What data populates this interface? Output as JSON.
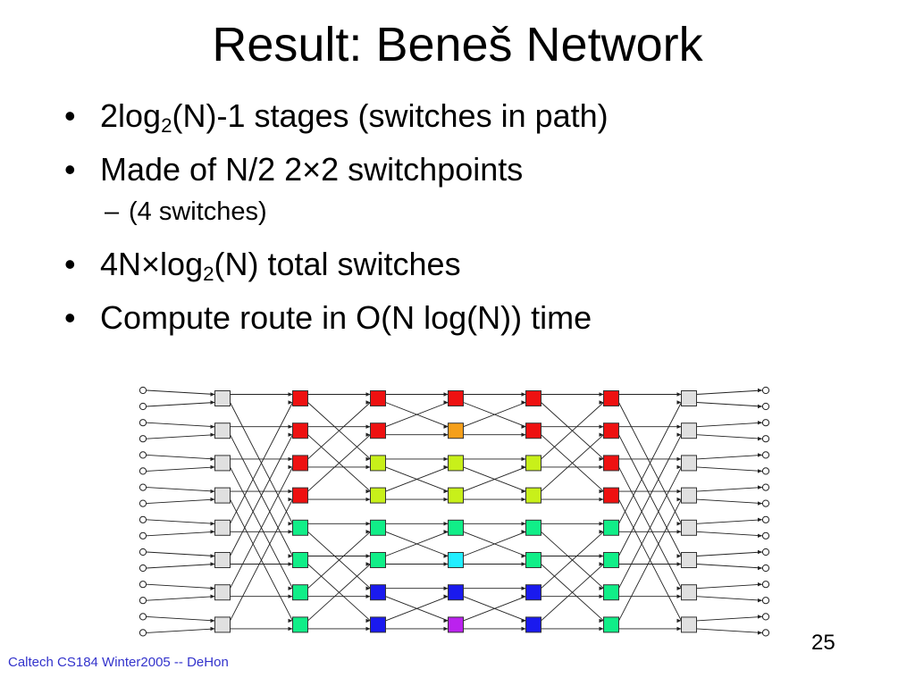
{
  "slide": {
    "title": "Result: Beneš Network",
    "bullets": [
      {
        "pre": "2log",
        "sub": "2",
        "post": "(N)-1 stages  (switches in path)"
      },
      {
        "text": "Made of N/2 2×2 switchpoints"
      },
      {
        "text": "(4 switches)"
      },
      {
        "pre": "4N×log",
        "sub": "2",
        "post": "(N) total switches"
      },
      {
        "text": "Compute route in O(N log(N)) time"
      }
    ],
    "footer": "Caltech CS184 Winter2005 -- DeHon",
    "page_number": "25"
  },
  "diagram": {
    "rows": 8,
    "stages": 7,
    "colors": {
      "gray": "#e0e0e0",
      "red": "#ee1111",
      "orange": "#f59f1a",
      "lime": "#c8f01a",
      "green": "#11ee88",
      "cyan": "#22eeff",
      "blue": "#1a1aee",
      "magenta": "#bb22ee"
    },
    "stage_colors": [
      [
        "red",
        "red",
        "red",
        "red",
        "green",
        "green",
        "green",
        "green"
      ],
      [
        "red",
        "red",
        "lime",
        "lime",
        "green",
        "green",
        "blue",
        "blue"
      ],
      [
        "red",
        "orange",
        "lime",
        "lime",
        "green",
        "cyan",
        "blue",
        "magenta"
      ],
      [
        "red",
        "red",
        "lime",
        "lime",
        "green",
        "green",
        "blue",
        "blue"
      ],
      [
        "red",
        "red",
        "red",
        "red",
        "green",
        "green",
        "green",
        "green"
      ]
    ]
  }
}
